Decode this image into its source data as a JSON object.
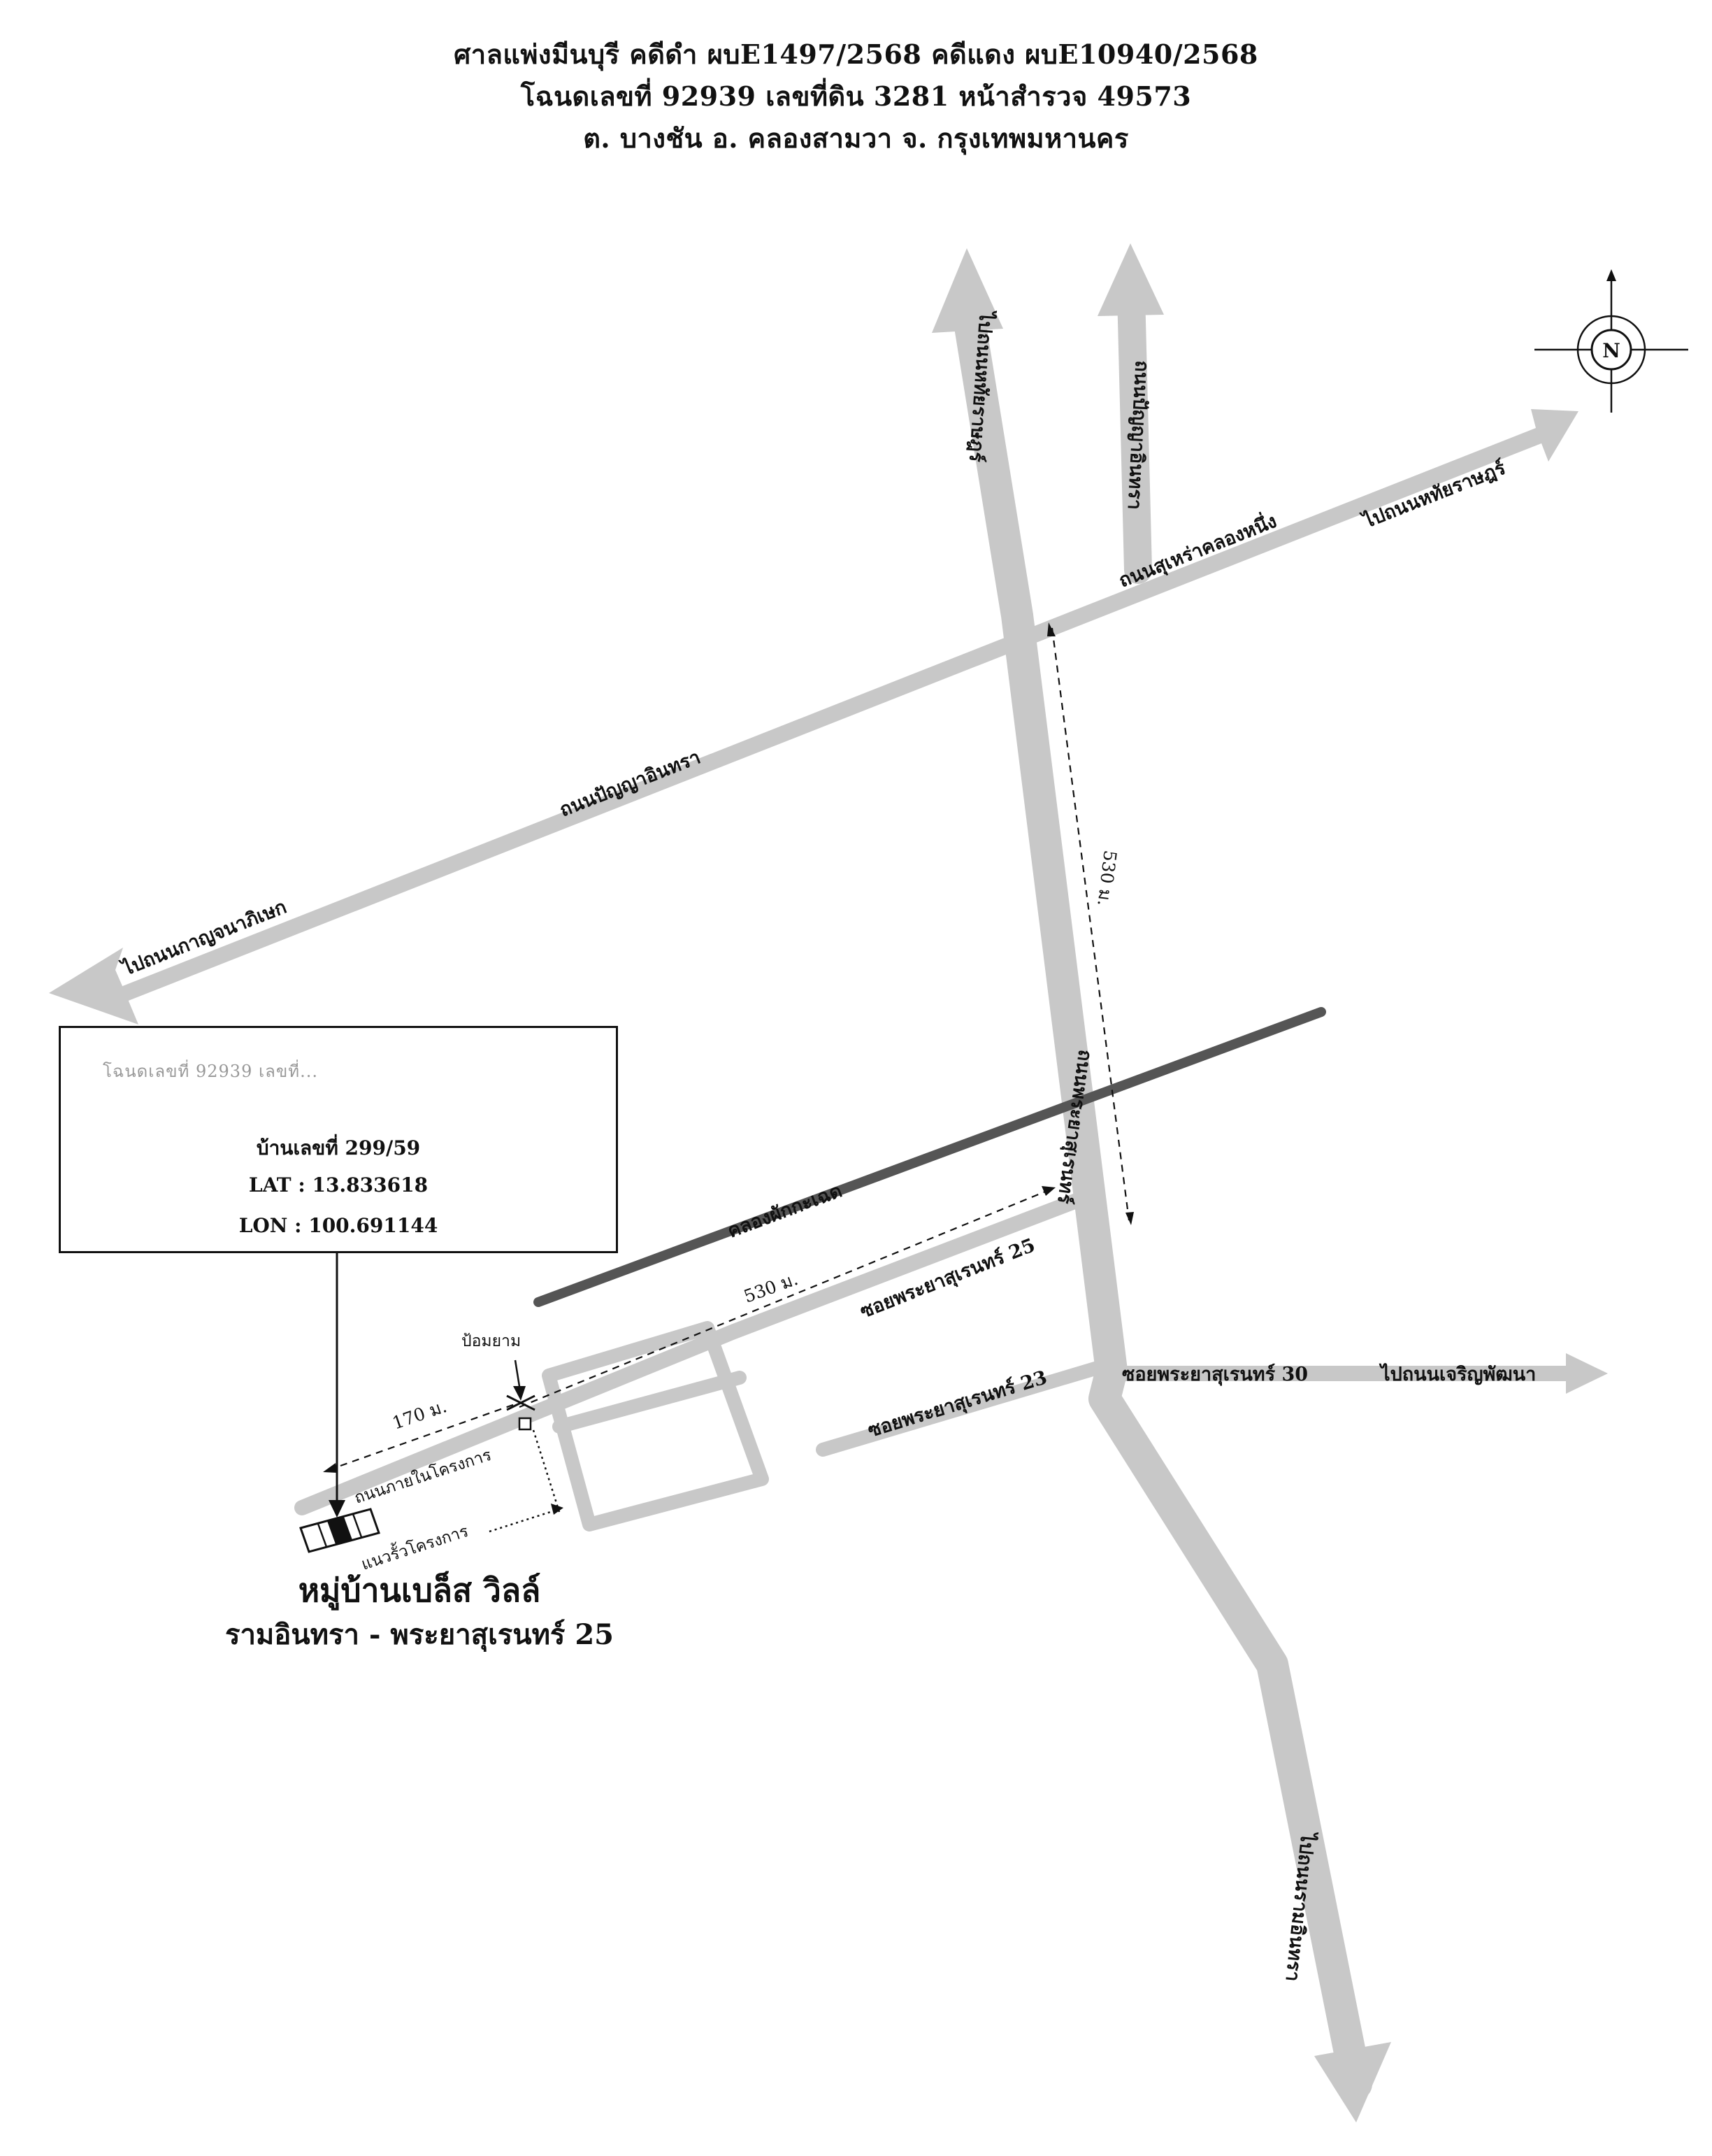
{
  "header": {
    "line1": "ศาลแพ่งมีนบุรี  คดีดำ ผบE1497/2568  คดีแดง ผบE10940/2568",
    "line2": "โฉนดเลขที่ 92939  เลขที่ดิน 3281  หน้าสำรวจ 49573",
    "line3": "ต. บางชัน  อ. คลองสามวา  จ. กรุงเทพมหานคร"
  },
  "compass": {
    "label": "N"
  },
  "roads": {
    "to_hathairat_top": "ไปถนนหทัยราษฎร์",
    "panya_intra_north": "ถนนปัญญาอินทรา",
    "suea_yai_klong_nueng": "ถนนสุเหร่าคลองหนึ่ง",
    "to_hathairat_ne": "ไปถนนหทัยราษฎร์",
    "panya_intra_main": "ถนนปัญญาอินทรา",
    "to_kanchanaphisek": "ไปถนนกาญจนาภิเษก",
    "phraya_suren": "ถนนพระยาสุเรนทร์",
    "soi_25": "ซอยพระยาสุเรนทร์ 25",
    "soi_23": "ซอยพระยาสุเรนทร์ 23",
    "soi_30": "ซอยพระยาสุเรนทร์ 30",
    "to_charoen_phatthana": "ไปถนนเจริญพัฒนา",
    "to_ram_intra": "ไปถนนรามอินทรา",
    "internal_road": "ถนนภายในโครงการ",
    "fence_line": "แนวรั้วโครงการ"
  },
  "canal": {
    "name": "คลองผักกะเฉด"
  },
  "distances": {
    "d1": "530 ม.",
    "d2": "530 ม.",
    "d3": "170 ม."
  },
  "landmarks": {
    "guard_post": "ป้อมยาม"
  },
  "infobox": {
    "faded_text": "โฉนดเลขที่ 92939 เลขที่...",
    "house": "บ้านเลขที่ 299/59",
    "lat": "LAT : 13.833618",
    "lon": "LON : 100.691144"
  },
  "village": {
    "name": "หมู่บ้านเบล็ส วิลล์",
    "subtitle": "รามอินทรา - พระยาสุเรนทร์ 25"
  }
}
